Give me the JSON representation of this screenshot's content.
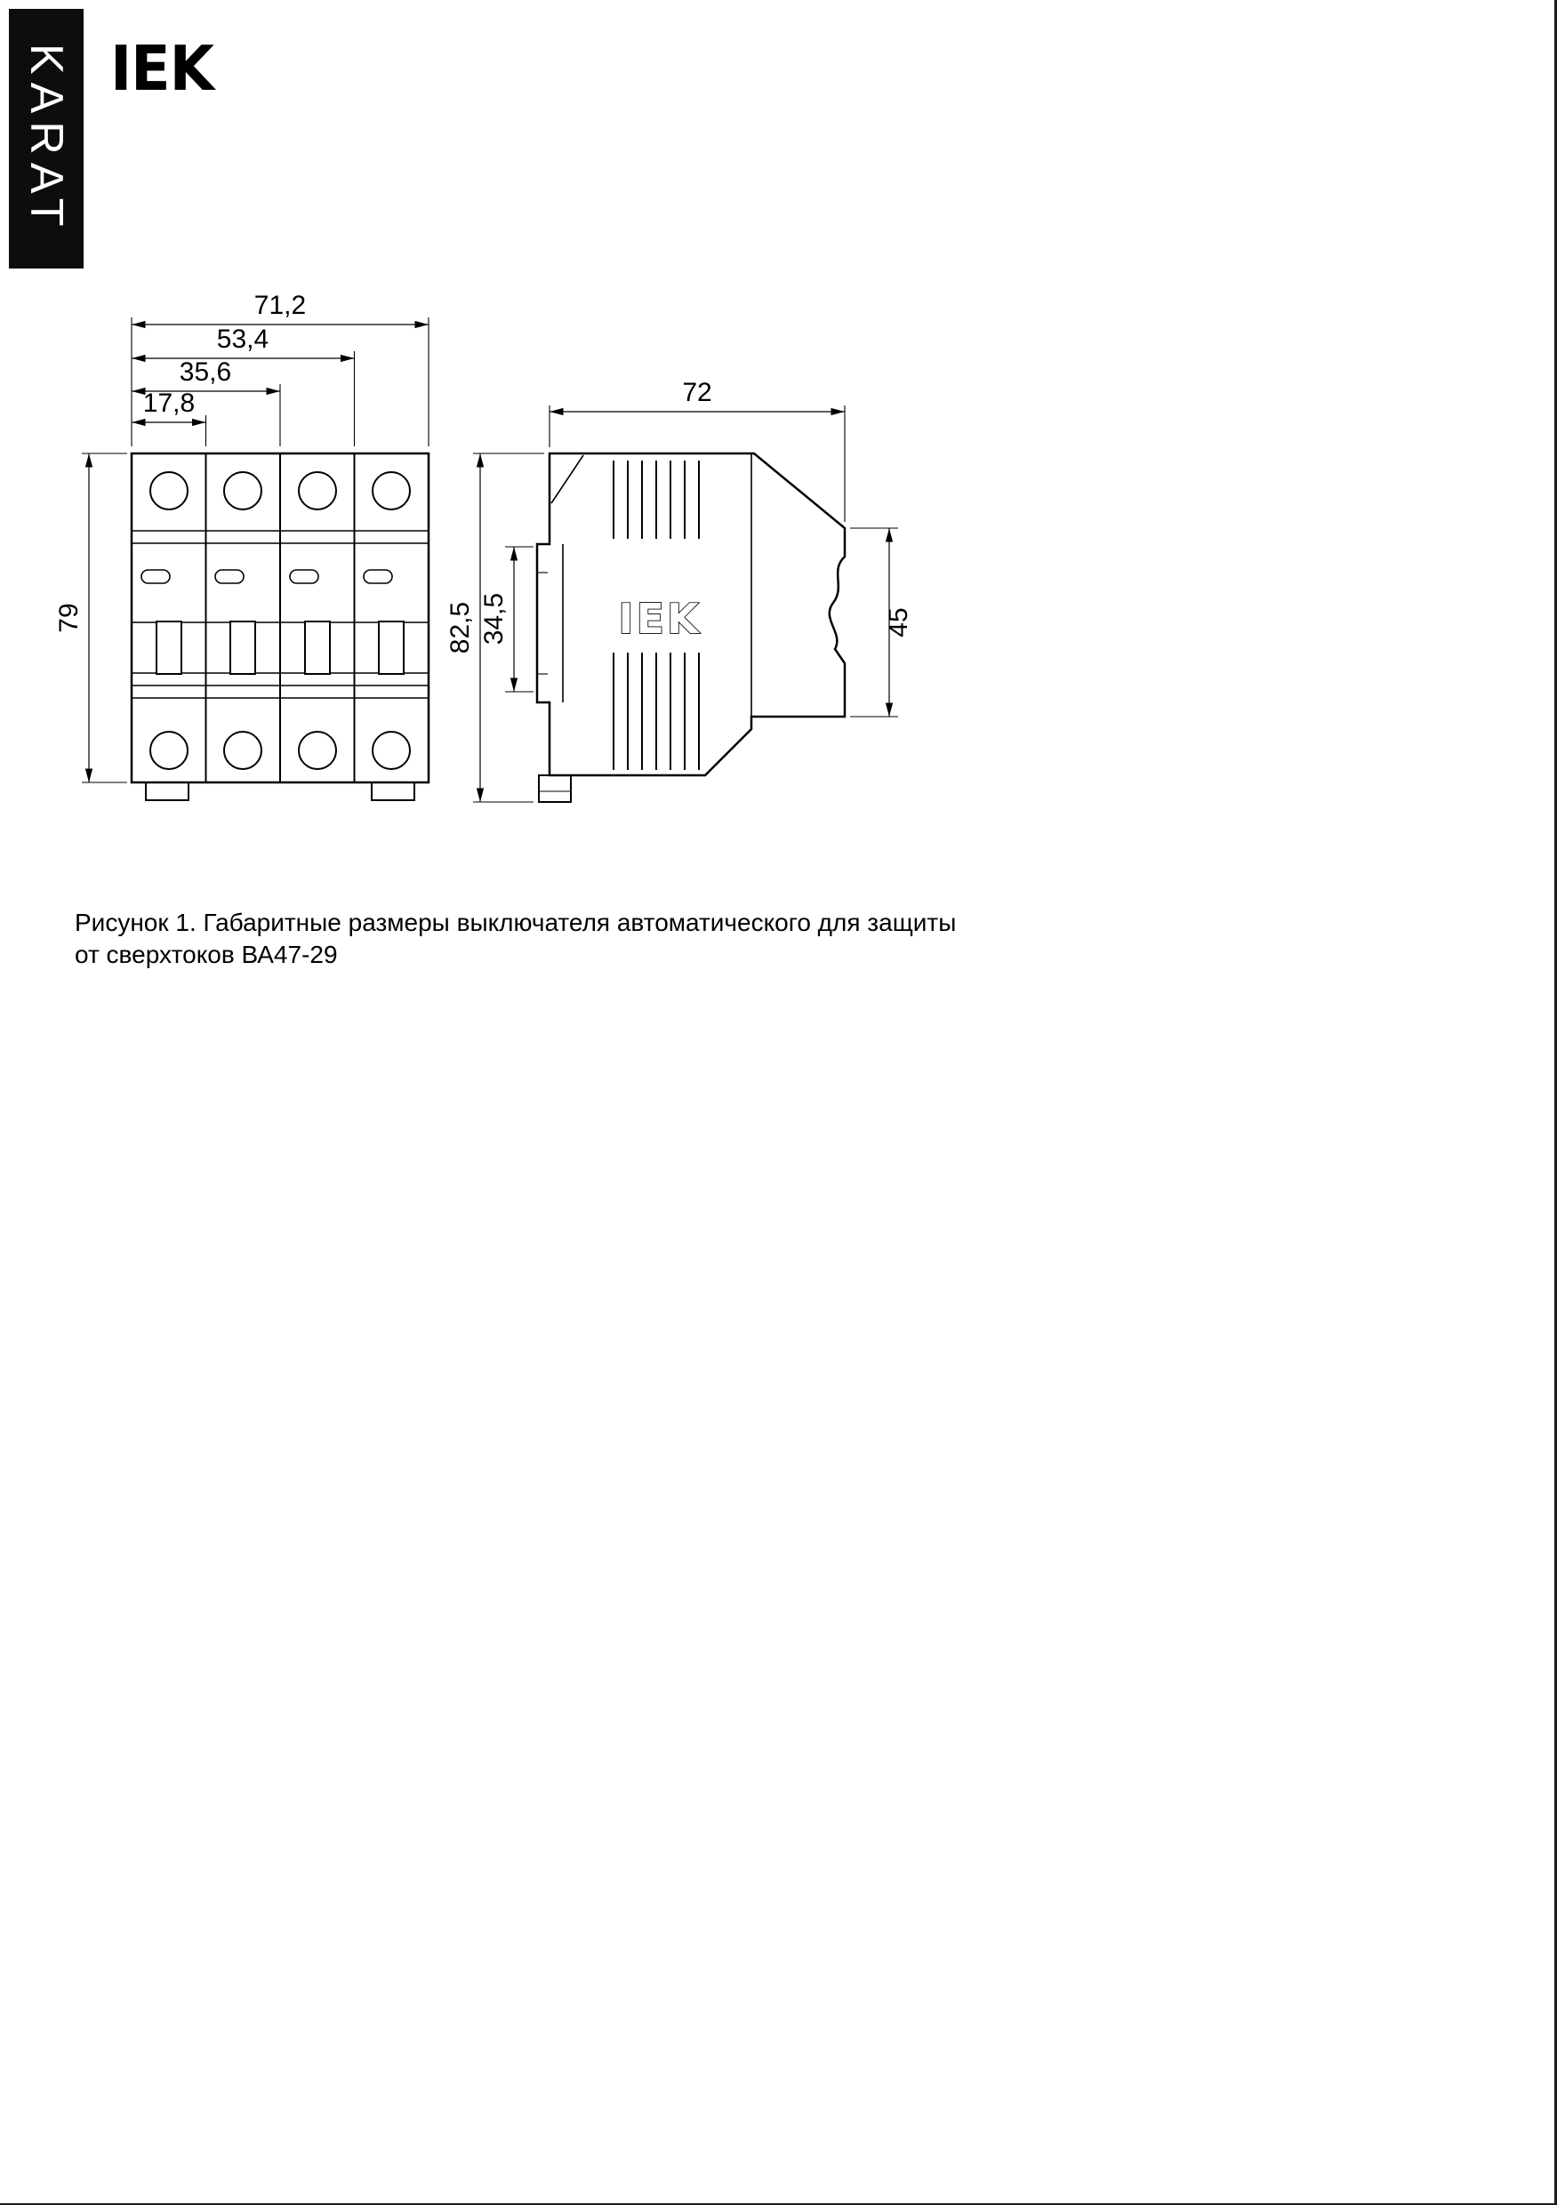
{
  "brand": {
    "series": "KARAT",
    "logo": "IEK"
  },
  "front_view": {
    "dim_total_width": "71,2",
    "dim_three_modules": "53,4",
    "dim_two_modules": "35,6",
    "dim_one_module": "17,8",
    "dim_height": "79"
  },
  "side_view": {
    "dim_depth": "72",
    "dim_total_height": "82,5",
    "dim_rail_section": "34,5",
    "dim_back_section": "45",
    "logo_text": "IEK"
  },
  "caption": "Рисунок 1. Габаритные размеры выключателя автоматического для защиты от сверхтоков ВА47-29"
}
